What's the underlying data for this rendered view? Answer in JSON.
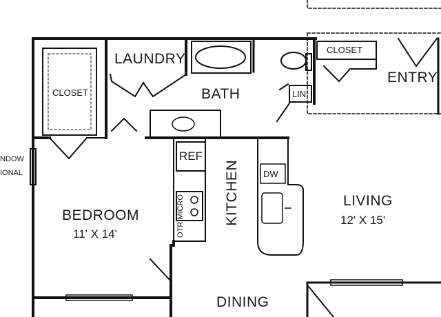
{
  "rooms": {
    "laundry": "LAUNDRY",
    "bath": "BATH",
    "closet_left": "CLOSET",
    "closet_right": "CLOSET",
    "entry": "ENTRY",
    "lin": "LIN",
    "ref": "REF",
    "dw": "DW",
    "kitchen": "KITCHEN",
    "otr_micro": "OTR MICRO",
    "bedroom": "BEDROOM",
    "bedroom_size": "11' X 14'",
    "living": "LIVING",
    "living_size": "12' X 15'",
    "dining": "DINING",
    "window_line1": "NDOW",
    "window_line2": "IONAL"
  }
}
